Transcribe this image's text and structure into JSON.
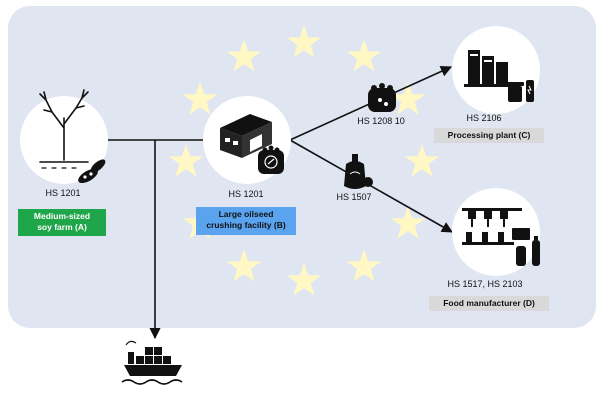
{
  "codes": {
    "farm": "HS 1201",
    "facility": "HS 1201",
    "meal": "HS 1208 10",
    "oil": "HS 1507",
    "plant": "HS 2106",
    "manufacturer": "HS 1517, HS 2103"
  },
  "labels": {
    "farm_line1": "Medium-sized",
    "farm_line2": "soy farm (A)",
    "facility_line1": "Large oilseed",
    "facility_line2": "crushing facility (B)",
    "plant": "Processing plant (C)",
    "manufacturer": "Food manufacturer (D)"
  },
  "colors": {
    "region": "#dfe5f1",
    "stars": "#fff8c4",
    "farm_label": "#1fa64a",
    "facility_label": "#5aa3ee",
    "grey_label": "#d9d9d9"
  },
  "icons": [
    "soy-plant-icon",
    "warehouse-icon",
    "soy-sack-icon",
    "oil-bottle-icon",
    "storage-tanks-icon",
    "production-line-icon",
    "cargo-ship-icon"
  ]
}
